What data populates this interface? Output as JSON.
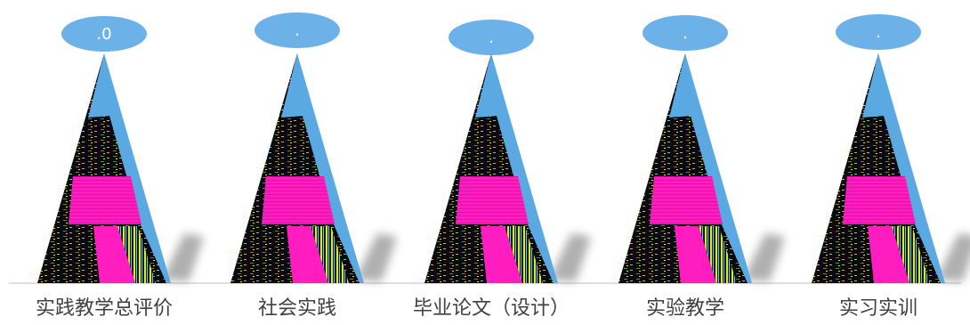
{
  "chart_data": {
    "type": "bar",
    "categories": [
      "实践教学总评价",
      "社会实践",
      "毕业论文（设计）",
      "实验教学",
      "实习实训"
    ],
    "data_labels": [
      ".0",
      ".",
      ".",
      ".",
      "."
    ],
    "values": [
      0.0,
      null,
      null,
      null,
      null
    ],
    "title": "",
    "xlabel": "",
    "ylabel": "",
    "grid": false,
    "legend": "none"
  },
  "colors": {
    "bubble": "#6cb2e8",
    "pyramid_light": "#5ba9e2",
    "pyramid_dark": "#0a0a0a",
    "pyramid_magenta": "#ff1dbf",
    "pyramid_lime": "#d6e93a",
    "pyramid_cyan": "#4fd3f0",
    "axis": "#bfbfbf",
    "label": "#404040",
    "background": "#ffffff"
  }
}
